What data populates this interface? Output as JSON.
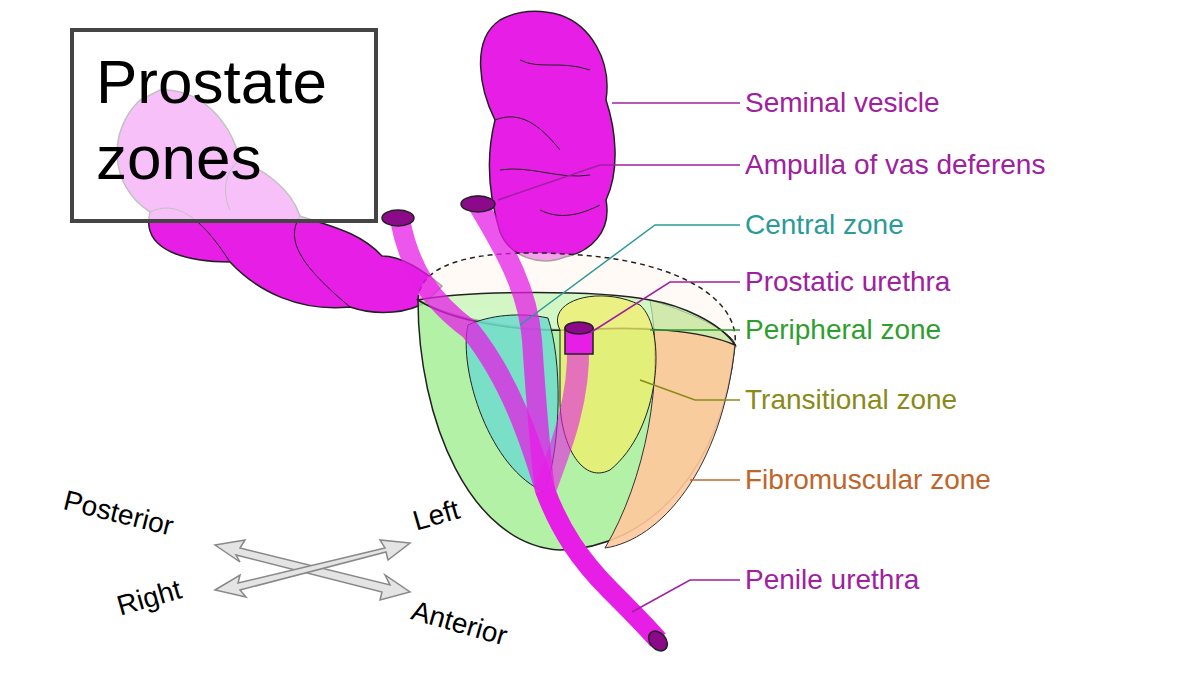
{
  "diagram": {
    "title": "Prostate zones",
    "labels": [
      "Seminal vesicle",
      "Ampulla of vas deferens",
      "Central zone",
      "Prostatic urethra",
      "Peripheral zone",
      "Transitional zone",
      "Fibromuscular zone",
      "Penile urethra",
      "Posterior",
      "Left",
      "Right",
      "Anterior"
    ]
  }
}
